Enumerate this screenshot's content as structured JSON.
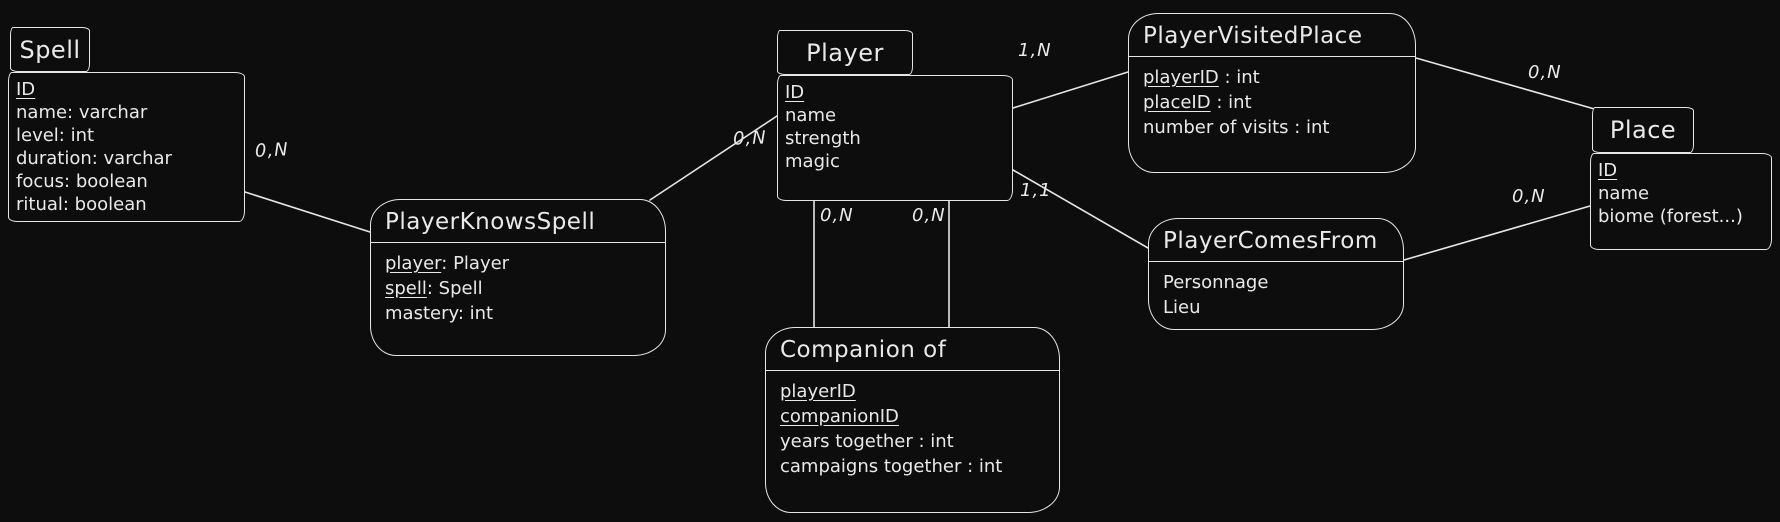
{
  "canvas": {
    "background": "#0d0d0d",
    "stroke": "#e6e6e6"
  },
  "entities": {
    "spell": {
      "title": "Spell",
      "attributes": [
        {
          "u": "ID",
          "t": ""
        },
        {
          "u": "",
          "t": "name: varchar"
        },
        {
          "u": "",
          "t": "level: int"
        },
        {
          "u": "",
          "t": "duration: varchar"
        },
        {
          "u": "",
          "t": "focus: boolean"
        },
        {
          "u": "",
          "t": "ritual: boolean"
        }
      ]
    },
    "player": {
      "title": "Player",
      "attributes": [
        {
          "u": "ID",
          "t": ""
        },
        {
          "u": "",
          "t": "name"
        },
        {
          "u": "",
          "t": "strength"
        },
        {
          "u": "",
          "t": "magic"
        }
      ]
    },
    "place": {
      "title": "Place",
      "attributes": [
        {
          "u": "ID",
          "t": ""
        },
        {
          "u": "",
          "t": "name"
        },
        {
          "u": "",
          "t": "biome (forest...)"
        }
      ]
    }
  },
  "associations": {
    "player_knows_spell": {
      "title": "PlayerKnowsSpell",
      "attributes": [
        {
          "u": "player",
          "t": ": Player"
        },
        {
          "u": "spell",
          "t": ": Spell"
        },
        {
          "u": "",
          "t": "mastery: int"
        }
      ]
    },
    "player_visited_place": {
      "title": "PlayerVisitedPlace",
      "attributes": [
        {
          "u": "playerID",
          "t": " : int"
        },
        {
          "u": "placeID",
          "t": " : int"
        },
        {
          "u": "",
          "t": "number of visits : int"
        }
      ]
    },
    "player_comes_from": {
      "title": "PlayerComesFrom",
      "attributes": [
        {
          "u": "",
          "t": "Personnage"
        },
        {
          "u": "",
          "t": "Lieu"
        }
      ]
    },
    "companion_of": {
      "title": "Companion of",
      "attributes": [
        {
          "u": "playerID",
          "t": ""
        },
        {
          "u": "companionID",
          "t": ""
        },
        {
          "u": "",
          "t": "years together : int"
        },
        {
          "u": "",
          "t": "campaigns together : int"
        }
      ]
    }
  },
  "cardinalities": {
    "spell_to_knows": "0,N",
    "knows_to_player": "0,N",
    "player_to_visited": "1,N",
    "visited_to_place": "0,N",
    "player_to_comesfrom": "1,1",
    "comesfrom_to_place": "0,N",
    "player_to_companion_left": "0,N",
    "player_to_companion_right": "0,N"
  }
}
